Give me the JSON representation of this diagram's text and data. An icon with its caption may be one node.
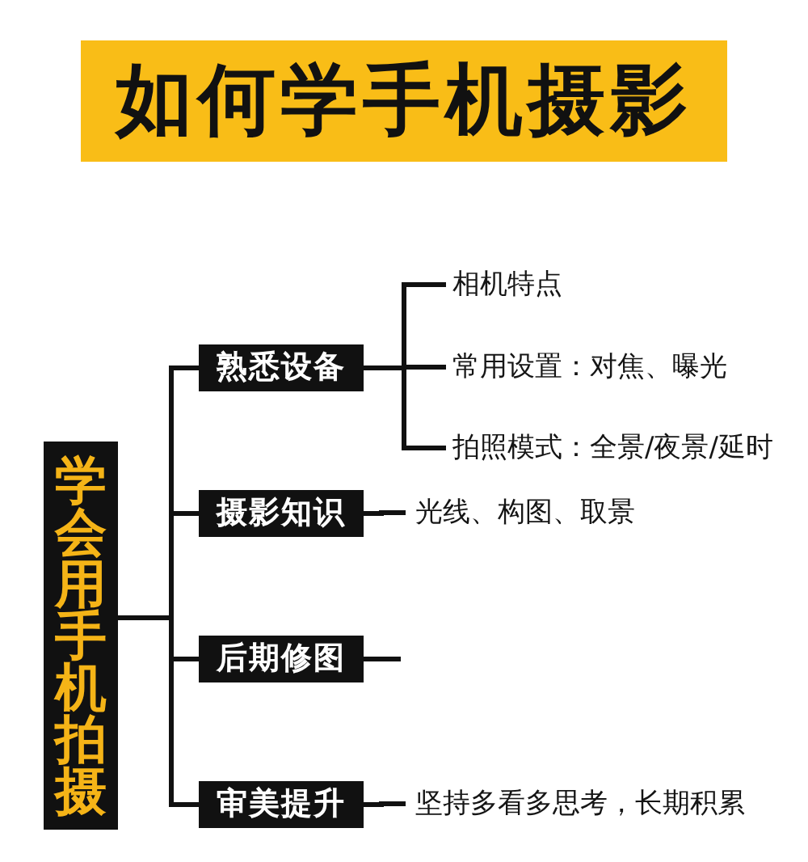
{
  "diagram": {
    "title": "如何学手机摄影",
    "nodes": [
      {
        "text": [
          "学会用手机拍摄"
        ]
      },
      {
        "text": [
          "熟悉设备"
        ]
      },
      {
        "text": [
          "相机特点"
        ]
      },
      {
        "text": [
          "常用设置：对焦、曝光"
        ]
      },
      {
        "text": [
          "拍照模式：全景/夜景/延时"
        ]
      },
      {
        "text": [
          "摄影知识"
        ]
      },
      {
        "text": [
          "光线、构图、取景"
        ]
      },
      {
        "text": [
          "后期修图"
        ]
      },
      {
        "text": [
          "审美提升"
        ]
      },
      {
        "text": [
          "坚持多看多思考，长期积累"
        ]
      }
    ],
    "edges": [
      {
        "from": 0,
        "to": 1,
        "arrow": "none"
      },
      {
        "from": 0,
        "to": 5,
        "arrow": "none"
      },
      {
        "from": 0,
        "to": 7,
        "arrow": "none"
      },
      {
        "from": 0,
        "to": 8,
        "arrow": "none"
      },
      {
        "from": 1,
        "to": 2,
        "arrow": "none"
      },
      {
        "from": 1,
        "to": 3,
        "arrow": "none"
      },
      {
        "from": 1,
        "to": 4,
        "arrow": "none"
      },
      {
        "from": 5,
        "to": 6,
        "arrow": "none"
      },
      {
        "from": 7,
        "to": null,
        "arrow": "none"
      },
      {
        "from": 8,
        "to": 9,
        "arrow": "none"
      }
    ]
  }
}
